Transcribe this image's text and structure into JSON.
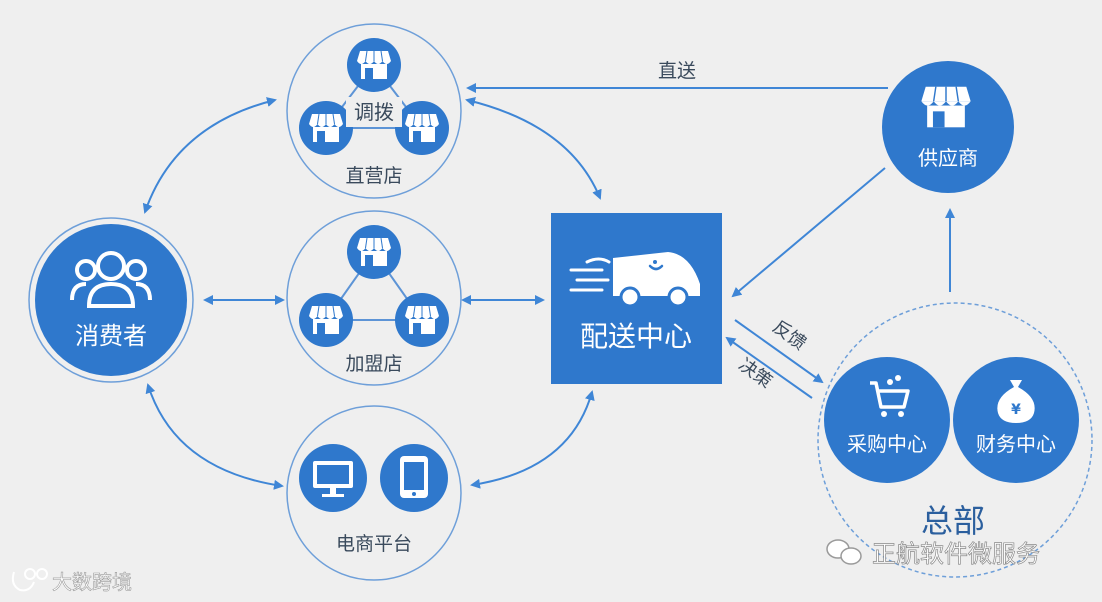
{
  "colors": {
    "background": "#efefef",
    "primary": "#2f78cc",
    "outline": "#6e9fd9",
    "text_dark": "#3a4a5c",
    "white": "#ffffff"
  },
  "consumer": {
    "label": "消费者",
    "icon": "users-icon"
  },
  "direct_store": {
    "label": "直营店",
    "center_label": "调拨",
    "icon": "store-icon"
  },
  "franchise_store": {
    "label": "加盟店",
    "icon": "store-icon"
  },
  "ecommerce": {
    "label": "电商平台",
    "icons": [
      "monitor-icon",
      "tablet-icon"
    ]
  },
  "distribution_center": {
    "label": "配送中心",
    "icon": "delivery-truck-icon"
  },
  "supplier": {
    "label": "供应商",
    "icon": "store-icon"
  },
  "headquarters": {
    "label": "总部",
    "purchasing_center": {
      "label": "采购中心",
      "icon": "shopping-cart-icon"
    },
    "finance_center": {
      "label": "财务中心",
      "icon": "money-bag-icon"
    }
  },
  "edges": {
    "direct_delivery": "直送",
    "feedback": "反馈",
    "decision": "决策"
  },
  "watermarks": {
    "left": "大数跨境",
    "right": "正航软件微服务"
  }
}
